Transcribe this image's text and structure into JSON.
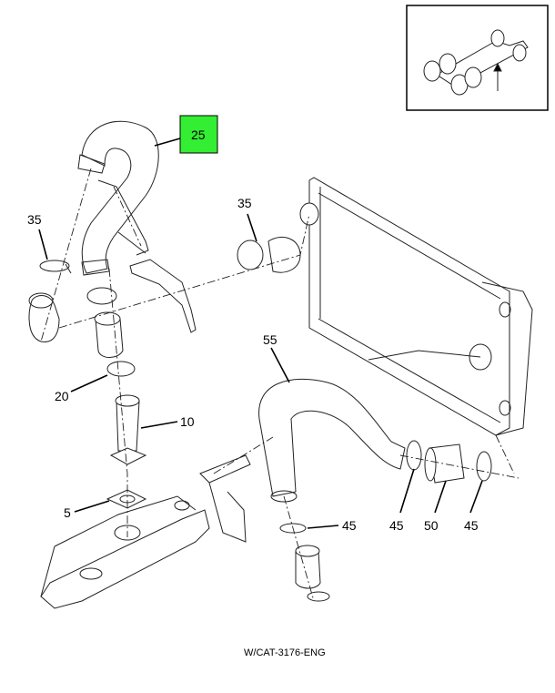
{
  "diagram": {
    "caption": "W/CAT-3176-ENG",
    "highlight_color": "#33ee33",
    "callouts": {
      "hose_upper": "25",
      "clamp_left": "35",
      "clamp_right": "35",
      "clamp_mid": "20",
      "tube": "10",
      "gasket": "5",
      "hose_lower": "55",
      "clamp_lower_a": "45",
      "clamp_lower_b": "45",
      "sleeve": "50",
      "clamp_lower_c": "45"
    }
  }
}
